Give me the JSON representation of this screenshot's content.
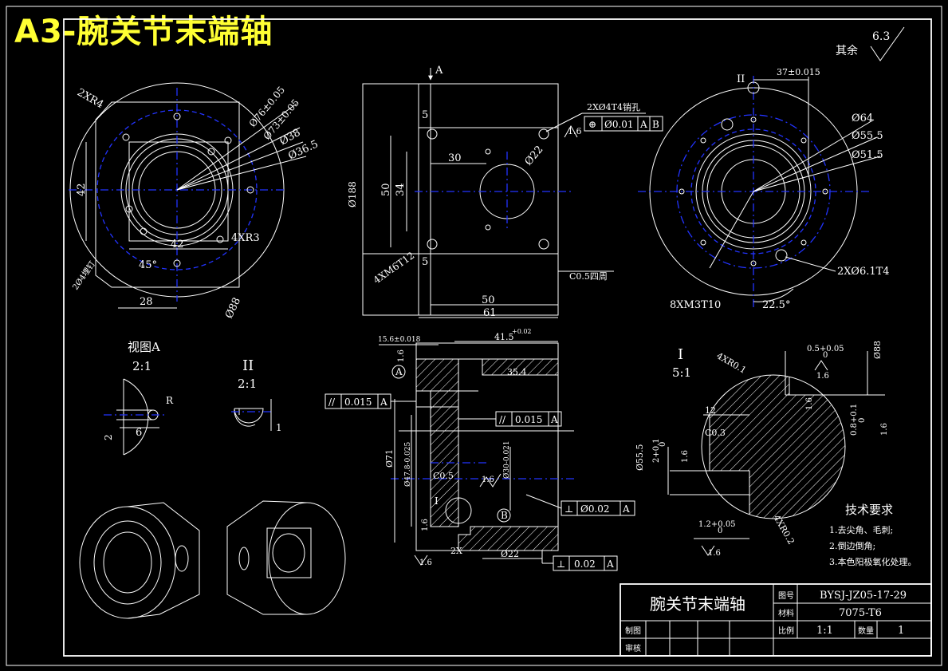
{
  "header": {
    "title": "A3-腕关节末端轴"
  },
  "surface_finish": {
    "label": "其余",
    "value": "6.3"
  },
  "front_view": {
    "labels": {
      "r_outer": "2XR4",
      "d1": "Ø76±0.05",
      "d2": "Ø73±0.05",
      "d3": "Ø38",
      "d4": "Ø36.5",
      "w42v": "42",
      "w42h": "42",
      "r3": "4XR3",
      "angle": "45°",
      "w28": "28",
      "d88": "Ø88",
      "flat": "2Ø4埋钉"
    }
  },
  "side_view": {
    "labels": {
      "a": "A",
      "h188": "Ø188",
      "h50": "50",
      "h34": "34",
      "w5a": "5",
      "w30": "30",
      "d22": "Ø22",
      "w5b": "5",
      "m6": "4XM6T12",
      "w50": "50",
      "w61": "61",
      "chamfer": "C0.5四周",
      "hole": "2XØ4T4销孔",
      "ra": "1.6",
      "tol_sym": "⊕",
      "tol_val": "Ø0.01",
      "tol_a": "A",
      "tol_b": "B"
    }
  },
  "right_view": {
    "labels": {
      "ii": "II",
      "dim37": "37±0.015",
      "d64": "Ø64",
      "d55": "Ø55.5",
      "d51": "Ø51.5",
      "holes": "2XØ6.1T4",
      "m3": "8XM3T10",
      "ang": "22.5°"
    }
  },
  "view_a": {
    "title": "视图A",
    "scale": "2:1",
    "r": "R",
    "w6": "6",
    "w2": "2"
  },
  "view_ii": {
    "title": "II",
    "scale": "2:1",
    "w1": "1"
  },
  "section": {
    "labels": {
      "d156": "15.6±0.018",
      "d415": "41.5",
      "d415_tol": "+0.02",
      "d354": "35.4",
      "par1": "0.015",
      "par1_ref": "A",
      "par2": "0.015",
      "par2_ref": "A",
      "sym_par": "//",
      "d71": "Ø71",
      "d478": "Ø47.8-0.025",
      "d30": "Ø30-0.021",
      "c05": "C0.5",
      "ra16a": "1.6",
      "i": "I",
      "perp1": "Ø0.02",
      "perp1_ref": "A",
      "sym_perp": "⊥",
      "ra16b": "1.6",
      "d22": "Ø22",
      "w2x": "2X",
      "perp2": "0.02",
      "perp2_ref": "A",
      "ra16c": "1.6",
      "ra16d": "1.6",
      "datum_a": "A",
      "datum_b": "B"
    }
  },
  "detail_i": {
    "title": "I",
    "scale": "5:1",
    "labels": {
      "r01": "4XR0.1",
      "d05": "0.5+0.05",
      "d05b": "0",
      "ra1": "1.6",
      "d88": "Ø88",
      "ra2": "1.6",
      "w12": "12",
      "c03": "C0.3",
      "d08": "0.8+0.1",
      "d08b": "0",
      "ra3": "1.6",
      "d555": "Ø55.5",
      "d2": "2+0.1",
      "d2b": "0",
      "ra4": "1.6",
      "d12": "1.2+0.05",
      "d12b": "0",
      "ra5": "1.6",
      "r02": "4XR0.2"
    }
  },
  "tech_requirements": {
    "title": "技术要求",
    "items": [
      "1.去尖角、毛刺;",
      "2.倒边倒角;",
      "3.本色阳极氧化处理。"
    ]
  },
  "title_block": {
    "part_name": "腕关节末端轴",
    "drawing_no_label": "图号",
    "drawing_no": "BYSJ-JZ05-17-29",
    "material_label": "材料",
    "material": "7075-T6",
    "scale_label": "比例",
    "scale": "1:1",
    "qty_label": "数量",
    "qty": "1",
    "drawn_label": "制图",
    "checked_label": "审核"
  }
}
